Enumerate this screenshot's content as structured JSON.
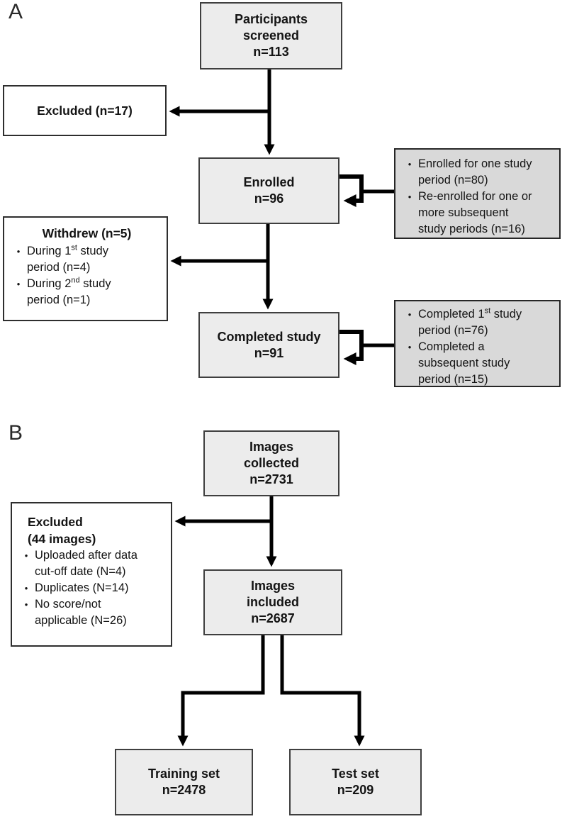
{
  "panel_a": {
    "label": "A",
    "screened": {
      "line1": "Participants",
      "line2": "screened",
      "line3": "n=113"
    },
    "excluded": {
      "label": "Excluded (n=17)"
    },
    "enrolled": {
      "line1": "Enrolled",
      "line2": "n=96"
    },
    "enrolled_note": {
      "lines": [
        {
          "bullet": "•",
          "pre": "Enrolled for one study",
          "sup": "",
          "post": ""
        },
        {
          "bullet": "",
          "pre": "period (n=80)",
          "sup": "",
          "post": ""
        },
        {
          "bullet": "•",
          "pre": "Re-enrolled for one or",
          "sup": "",
          "post": ""
        },
        {
          "bullet": "",
          "pre": "more subsequent",
          "sup": "",
          "post": ""
        },
        {
          "bullet": "",
          "pre": "study periods (n=16)",
          "sup": "",
          "post": ""
        }
      ]
    },
    "withdrew": {
      "title": "Withdrew (n=5)",
      "lines": [
        {
          "bullet": "•",
          "pre": "During 1",
          "sup": "st",
          "post": " study"
        },
        {
          "bullet": "",
          "pre": "period (n=4)",
          "sup": "",
          "post": ""
        },
        {
          "bullet": "•",
          "pre": "During 2",
          "sup": "nd",
          "post": " study"
        },
        {
          "bullet": "",
          "pre": "period (n=1)",
          "sup": "",
          "post": ""
        }
      ]
    },
    "completed": {
      "line1": "Completed study",
      "line2": "n=91"
    },
    "completed_note": {
      "lines": [
        {
          "bullet": "•",
          "pre": "Completed 1",
          "sup": "st",
          "post": " study"
        },
        {
          "bullet": "",
          "pre": "period (n=76)",
          "sup": "",
          "post": ""
        },
        {
          "bullet": "•",
          "pre": "Completed a",
          "sup": "",
          "post": ""
        },
        {
          "bullet": "",
          "pre": "subsequent study",
          "sup": "",
          "post": ""
        },
        {
          "bullet": "",
          "pre": "period (n=15)",
          "sup": "",
          "post": ""
        }
      ]
    }
  },
  "panel_b": {
    "label": "B",
    "collected": {
      "line1": "Images",
      "line2": "collected",
      "line3": "n=2731"
    },
    "excluded": {
      "title1": "Excluded",
      "title2": "(44 images)",
      "lines": [
        {
          "bullet": "•",
          "pre": "Uploaded after data",
          "sup": "",
          "post": ""
        },
        {
          "bullet": "",
          "pre": "cut-off date (N=4)",
          "sup": "",
          "post": ""
        },
        {
          "bullet": "•",
          "pre": "Duplicates (N=14)",
          "sup": "",
          "post": ""
        },
        {
          "bullet": "•",
          "pre": "No score/not",
          "sup": "",
          "post": ""
        },
        {
          "bullet": "",
          "pre": "applicable (N=26)",
          "sup": "",
          "post": ""
        }
      ]
    },
    "included": {
      "line1": "Images",
      "line2": "included",
      "line3": "n=2687"
    },
    "training": {
      "line1": "Training set",
      "line2": "n=2478"
    },
    "test": {
      "line1": "Test set",
      "line2": "n=209"
    }
  },
  "colors": {
    "flow_box_fill": "#ececec",
    "note_box_fill": "#d9d9d9",
    "white_box_fill": "#ffffff",
    "border": "#3f3f3f",
    "line": "#000000"
  }
}
